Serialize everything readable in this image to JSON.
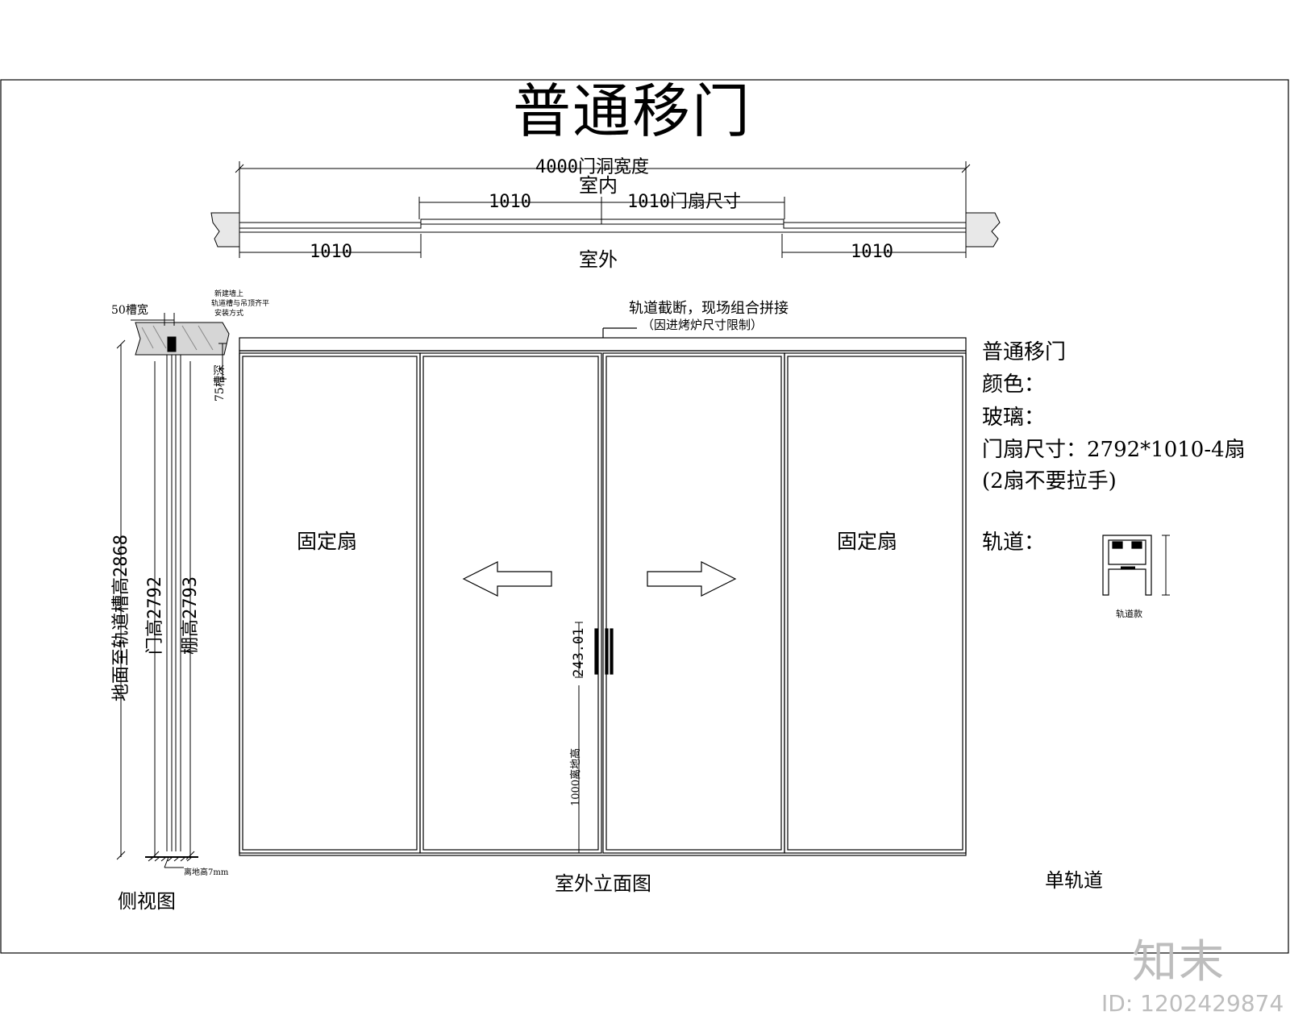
{
  "title": "普通移门",
  "plan": {
    "total_width": "4000门洞宽度",
    "indoor": "室内",
    "outdoor": "室外",
    "dim_left": "1010",
    "dim_mid_left": "1010",
    "dim_mid_right": "1010门扇尺寸",
    "dim_right": "1010"
  },
  "elevation": {
    "note_line1": "轨道截断，现场组合拼接",
    "note_line2": "（因进烤炉尺寸限制）",
    "fixed_left": "固定扇",
    "fixed_right": "固定扇",
    "handle_dim": "243.01",
    "handle_height": "1000离地高",
    "caption": "室外立面图"
  },
  "side": {
    "slot_width": "50槽宽",
    "slot_depth": "75槽深",
    "h_total": "地面至轨道槽高2868",
    "h_door": "门高2792",
    "h_ceiling": "棚高2793",
    "note_a": "新建墙上",
    "note_b": "轨道槽与吊顶齐平",
    "note_c": "安装方式",
    "gap": "离地高7mm",
    "caption": "侧视图"
  },
  "spec": {
    "name": "普通移门",
    "color": "颜色：",
    "glass": "玻璃：",
    "size": "门扇尺寸：2792*1010-4扇",
    "handle_note": "(2扇不要拉手)",
    "track": "轨道：",
    "track_profile": "轨道款",
    "track_single": "单轨道"
  },
  "watermark": {
    "brand": "知末",
    "id": "ID: 1202429874"
  }
}
